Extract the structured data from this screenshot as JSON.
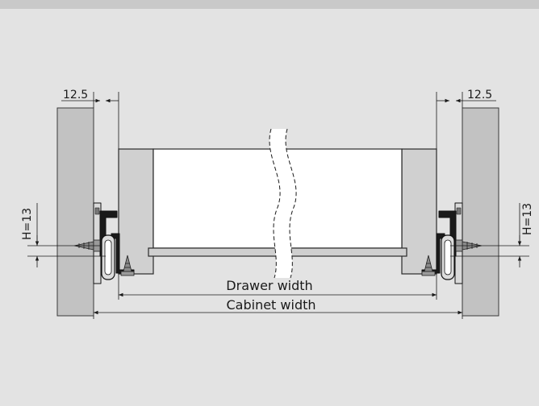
{
  "labels": {
    "left_gap": "12.5",
    "right_gap": "12.5",
    "left_height": "H=13",
    "right_height": "H=13",
    "drawer_width": "Drawer width",
    "cabinet_width": "Cabinet width"
  },
  "colors": {
    "background": "#e3e3e3",
    "top_bar": "#c9c9c9",
    "panel": "#c2c2c2",
    "drawer_side": "#d0d0d0",
    "drawer_face": "#ffffff",
    "line": "#1a1a1a"
  }
}
